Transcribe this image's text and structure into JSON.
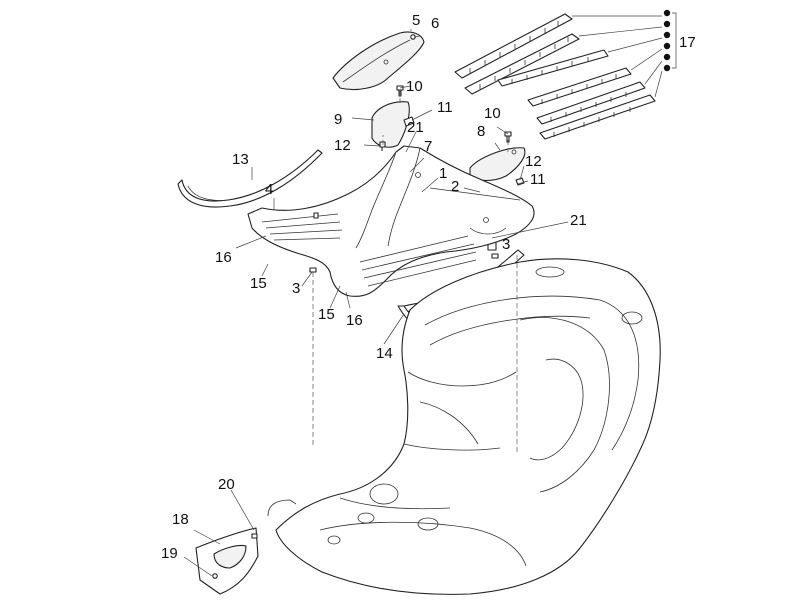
{
  "diagram": {
    "callouts": [
      {
        "id": "c5",
        "text": "5"
      },
      {
        "id": "c6",
        "text": "6"
      },
      {
        "id": "c17",
        "text": "17"
      },
      {
        "id": "c10a",
        "text": "10"
      },
      {
        "id": "c9",
        "text": "9"
      },
      {
        "id": "c11a",
        "text": "11"
      },
      {
        "id": "c21a",
        "text": "21"
      },
      {
        "id": "c12a",
        "text": "12"
      },
      {
        "id": "c10b",
        "text": "10"
      },
      {
        "id": "c8",
        "text": "8"
      },
      {
        "id": "c13",
        "text": "13"
      },
      {
        "id": "c7",
        "text": "7"
      },
      {
        "id": "c1",
        "text": "1"
      },
      {
        "id": "c12b",
        "text": "12"
      },
      {
        "id": "c4",
        "text": "4"
      },
      {
        "id": "c2",
        "text": "2"
      },
      {
        "id": "c11b",
        "text": "11"
      },
      {
        "id": "c21b",
        "text": "21"
      },
      {
        "id": "c16a",
        "text": "16"
      },
      {
        "id": "c3a",
        "text": "3"
      },
      {
        "id": "c15a",
        "text": "15"
      },
      {
        "id": "c3b",
        "text": "3"
      },
      {
        "id": "c15b",
        "text": "15"
      },
      {
        "id": "c16b",
        "text": "16"
      },
      {
        "id": "c14",
        "text": "14"
      },
      {
        "id": "c20",
        "text": "20"
      },
      {
        "id": "c18",
        "text": "18"
      },
      {
        "id": "c19",
        "text": "19"
      }
    ]
  }
}
